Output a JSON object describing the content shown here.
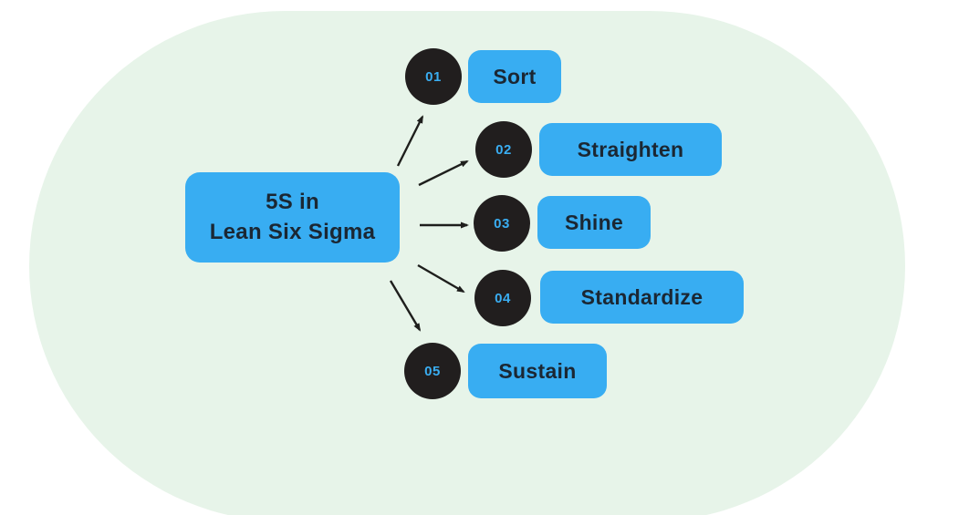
{
  "title": {
    "line1": "5S in",
    "line2": "Lean Six Sigma"
  },
  "items": [
    {
      "number": "01",
      "label": "Sort"
    },
    {
      "number": "02",
      "label": "Straighten"
    },
    {
      "number": "03",
      "label": "Shine"
    },
    {
      "number": "04",
      "label": "Standardize"
    },
    {
      "number": "05",
      "label": "Sustain"
    }
  ],
  "colors": {
    "page_background": "#ffffff",
    "blob_background": "#e7f4e9",
    "accent_blue": "#38adf2",
    "circle_dark": "#211e1e",
    "text_dark": "#1b2733",
    "arrow": "#1e1e1c"
  }
}
